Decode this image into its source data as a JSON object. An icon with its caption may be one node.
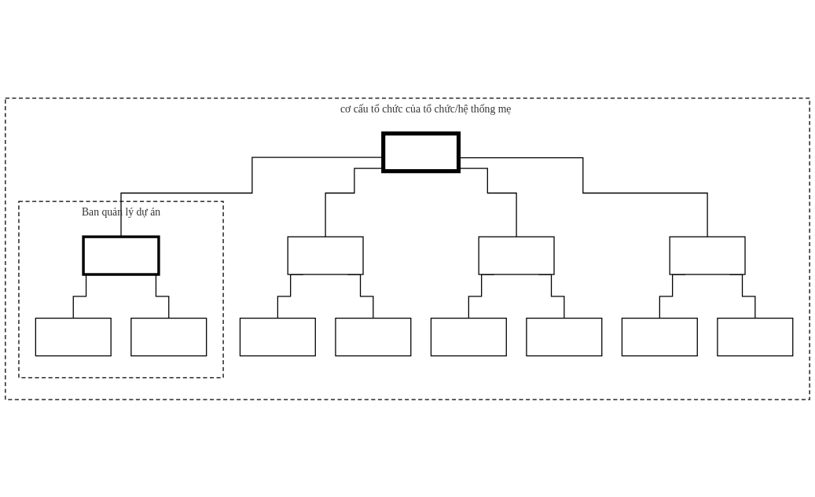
{
  "diagram": {
    "nodes": [
      {
        "text": [
          "cơ cấu tổ chức của tổ chức/hệ thống mẹ"
        ]
      },
      {
        "text": [],
        "shape": "box",
        "in": 0
      },
      {
        "text": [
          "Ban quản lý dự án"
        ],
        "in": 0
      },
      {
        "text": [],
        "shape": "box",
        "in": 2
      },
      {
        "text": [],
        "shape": "box",
        "in": 2
      },
      {
        "text": [],
        "shape": "box",
        "in": 2
      },
      {
        "text": [],
        "shape": "box",
        "in": 0
      },
      {
        "text": [],
        "shape": "box",
        "in": 0
      },
      {
        "text": [],
        "shape": "box",
        "in": 0
      },
      {
        "text": [],
        "shape": "box",
        "in": 0
      },
      {
        "text": [],
        "shape": "box",
        "in": 0
      },
      {
        "text": [],
        "shape": "box",
        "in": 0
      },
      {
        "text": [],
        "shape": "box",
        "in": 0
      },
      {
        "text": [],
        "shape": "box",
        "in": 0
      },
      {
        "text": [],
        "shape": "box",
        "in": 0
      }
    ],
    "edges": [
      {
        "from": 1,
        "to": 3,
        "arrow": "none"
      },
      {
        "from": 1,
        "to": 6,
        "arrow": "none"
      },
      {
        "from": 1,
        "to": 9,
        "arrow": "none"
      },
      {
        "from": 1,
        "to": 12,
        "arrow": "none"
      },
      {
        "from": 3,
        "to": 4,
        "arrow": "none"
      },
      {
        "from": 3,
        "to": 5,
        "arrow": "none"
      },
      {
        "from": 6,
        "to": 7,
        "arrow": "none"
      },
      {
        "from": 6,
        "to": 8,
        "arrow": "none"
      },
      {
        "from": 9,
        "to": 10,
        "arrow": "none"
      },
      {
        "from": 9,
        "to": 11,
        "arrow": "none"
      },
      {
        "from": 12,
        "to": 13,
        "arrow": "none"
      },
      {
        "from": 12,
        "to": 14,
        "arrow": "none"
      }
    ]
  }
}
